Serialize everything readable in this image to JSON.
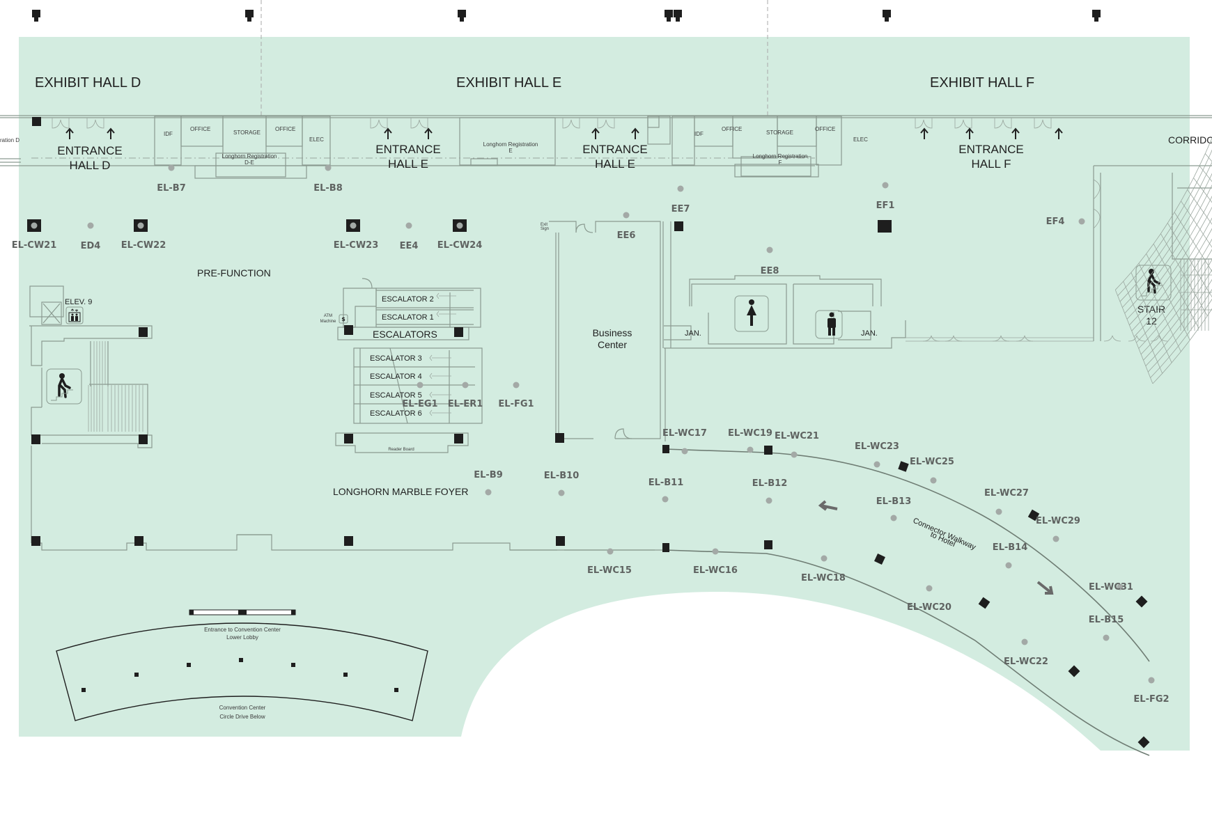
{
  "map": {
    "background_color": "#d3ece0",
    "halls": [
      {
        "id": "hall-d",
        "label": "EXHIBIT HALL D"
      },
      {
        "id": "hall-e",
        "label": "EXHIBIT HALL E"
      },
      {
        "id": "hall-f",
        "label": "EXHIBIT HALL F"
      }
    ],
    "entrances": [
      {
        "id": "entrance-hall-d",
        "line1": "ENTRANCE",
        "line2": "HALL D"
      },
      {
        "id": "entrance-hall-e-1",
        "line1": "ENTRANCE",
        "line2": "HALL E"
      },
      {
        "id": "entrance-hall-e-2",
        "line1": "ENTRANCE",
        "line2": "HALL E"
      },
      {
        "id": "entrance-hall-f",
        "line1": "ENTRANCE",
        "line2": "HALL F"
      }
    ],
    "rooms": {
      "registration_d_cut": "ration D",
      "idf": "IDF",
      "office": "OFFICE",
      "storage": "STORAGE",
      "elec": "ELEC",
      "reg_de_1": "Longhorn Registration",
      "reg_de_2": "D-E",
      "reg_e_1": "Longhorn Registration",
      "reg_e_2": "E",
      "reg_f_1": "Longhorn Registration",
      "reg_f_2": "F",
      "corridor": "CORRIDO",
      "prefunction": "PRE-FUNCTION",
      "elevator": "ELEV. 9",
      "atm_1": "ATM",
      "atm_2": "Machine",
      "exit_sign_1": "Exit",
      "exit_sign_2": "Sign",
      "escalators": "ESCALATORS",
      "escalator_list": [
        "ESCALATOR 2",
        "ESCALATOR 1",
        "ESCALATOR 3",
        "ESCALATOR 4",
        "ESCALATOR 5",
        "ESCALATOR 6"
      ],
      "reader_board": "Reader Board",
      "business_center_1": "Business",
      "business_center_2": "Center",
      "jan": "JAN.",
      "stair_1": "STAIR",
      "stair_2": "12",
      "foyer": "LONGHORN MARBLE FOYER",
      "walkway_1": "Connector Walkway",
      "walkway_2": "to Hotel",
      "lobby_1": "Entrance to Convention Center",
      "lobby_2": "Lower Lobby",
      "drive_1": "Convention Center",
      "drive_2": "Circle Drive Below"
    },
    "markers": [
      {
        "label": "EL-B7"
      },
      {
        "label": "EL-B8"
      },
      {
        "label": "EE7"
      },
      {
        "label": "EF1"
      },
      {
        "label": "EL-CW21"
      },
      {
        "label": "ED4"
      },
      {
        "label": "EL-CW22"
      },
      {
        "label": "EL-CW23"
      },
      {
        "label": "EE4"
      },
      {
        "label": "EL-CW24"
      },
      {
        "label": "EE6"
      },
      {
        "label": "EE8"
      },
      {
        "label": "EF4"
      },
      {
        "label": "EL-EG1"
      },
      {
        "label": "EL-ER1"
      },
      {
        "label": "EL-FG1"
      },
      {
        "label": "EL-WC17"
      },
      {
        "label": "EL-WC19"
      },
      {
        "label": "EL-WC21"
      },
      {
        "label": "EL-WC23"
      },
      {
        "label": "EL-WC25"
      },
      {
        "label": "EL-WC27"
      },
      {
        "label": "EL-WC29"
      },
      {
        "label": "EL-WC31"
      },
      {
        "label": "EL-B9"
      },
      {
        "label": "EL-B10"
      },
      {
        "label": "EL-B11"
      },
      {
        "label": "EL-B12"
      },
      {
        "label": "EL-B13"
      },
      {
        "label": "EL-B14"
      },
      {
        "label": "EL-B15"
      },
      {
        "label": "EL-FG2"
      },
      {
        "label": "EL-WC15"
      },
      {
        "label": "EL-WC16"
      },
      {
        "label": "EL-WC18"
      },
      {
        "label": "EL-WC20"
      },
      {
        "label": "EL-WC22"
      }
    ]
  }
}
